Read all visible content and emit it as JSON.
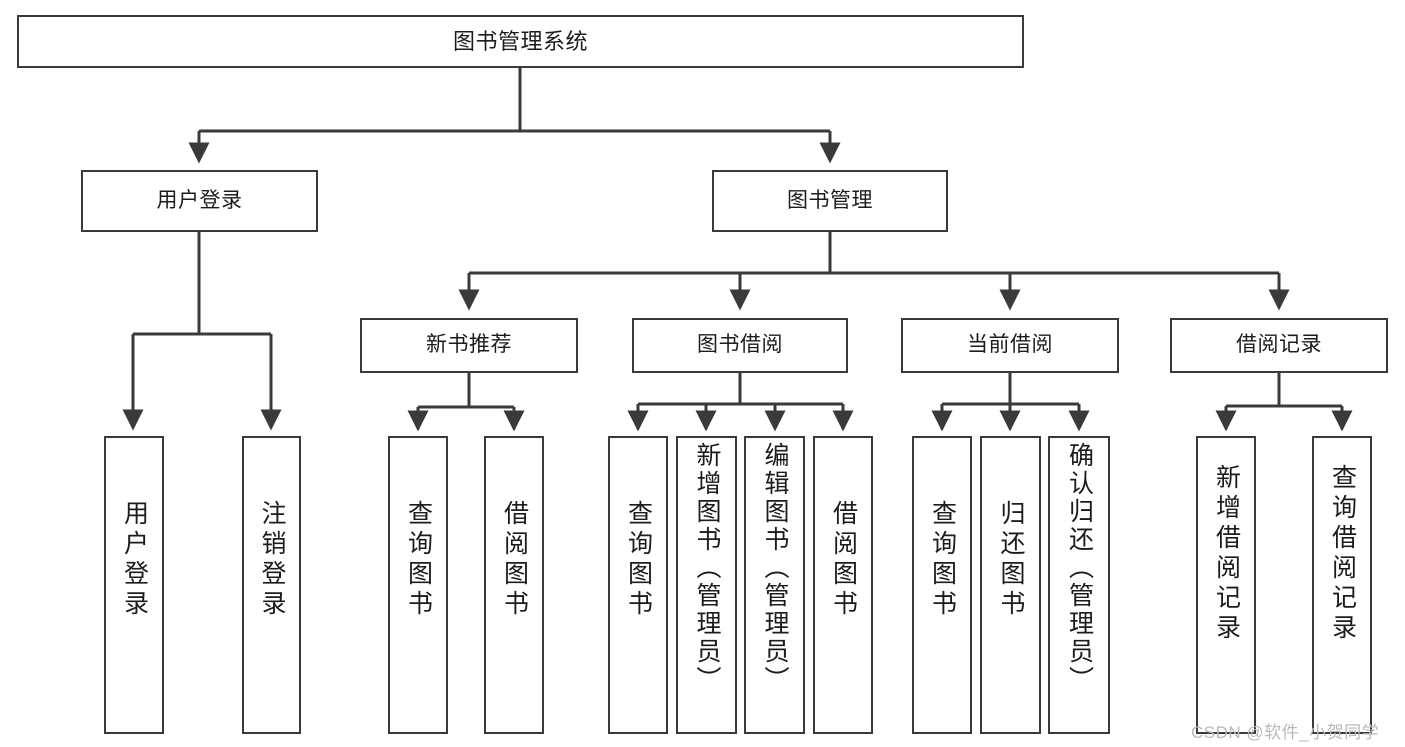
{
  "diagram": {
    "title": "图书管理系统",
    "type": "tree-hierarchy-chart",
    "watermark": "CSDN @软件_小贺同学",
    "colors": {
      "box_border": "#3a3a3a",
      "box_fill": "#ffffff",
      "edge": "#3a3a3a",
      "text": "#1c1c1c",
      "watermark": "#b9b9b9",
      "background": "#ffffff"
    },
    "nodes": {
      "root": {
        "label": "图书管理系统"
      },
      "level2": [
        {
          "label": "用户登录"
        },
        {
          "label": "图书管理"
        }
      ],
      "level3": [
        {
          "label": "新书推荐"
        },
        {
          "label": "图书借阅"
        },
        {
          "label": "当前借阅"
        },
        {
          "label": "借阅记录"
        }
      ],
      "leaves_user_login": [
        {
          "label": "用户登录"
        },
        {
          "label": "注销登录"
        }
      ],
      "leaves_new_book": [
        {
          "label": "查询图书"
        },
        {
          "label": "借阅图书"
        }
      ],
      "leaves_borrow": [
        {
          "label": "查询图书"
        },
        {
          "label": "新增图书（管理员）"
        },
        {
          "label": "编辑图书（管理员）"
        },
        {
          "label": "借阅图书"
        }
      ],
      "leaves_current": [
        {
          "label": "查询图书"
        },
        {
          "label": "归还图书"
        },
        {
          "label": "确认归还（管理员）"
        }
      ],
      "leaves_record": [
        {
          "label": "新增借阅记录"
        },
        {
          "label": "查询借阅记录"
        }
      ]
    }
  }
}
